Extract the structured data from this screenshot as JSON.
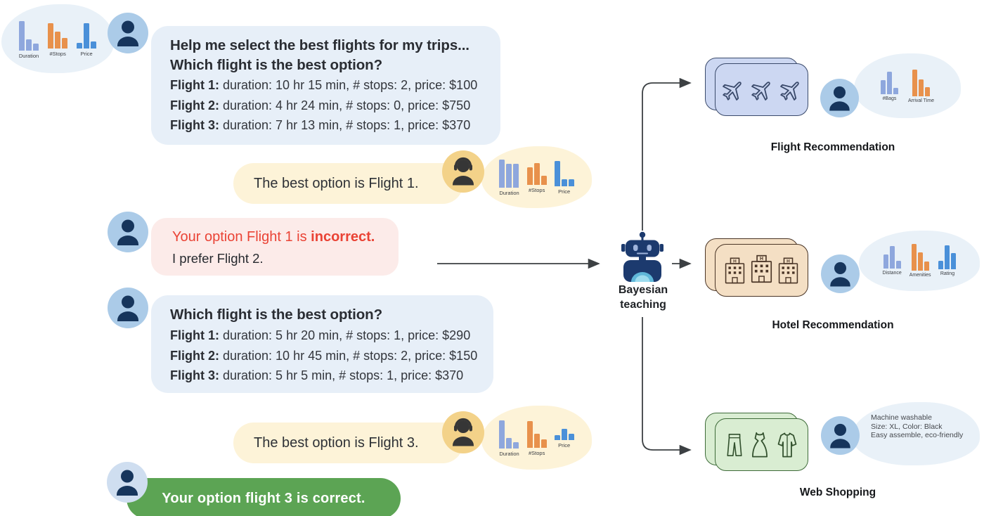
{
  "palette": {
    "bubble_blue": "#e7eff8",
    "bubble_yellow": "#fdf3d8",
    "bubble_red": "#fcebe9",
    "bubble_green": "#5ca454",
    "cloud_blue": "#e9f1f8",
    "red_text": "#ea4335",
    "bar_periwinkle": "#8ea7dd",
    "bar_orange": "#e8914c",
    "bar_blue": "#4a90d9",
    "avatar_user_bg": "#abcbe8",
    "avatar_user_fg": "#16355c",
    "avatar_agent_bg": "#f3d289",
    "avatar_agent_fg": "#363636",
    "card_flight_bg": "#ccd7f2",
    "card_flight_border": "#3a4a6b",
    "card_hotel_bg": "#f4dfc4",
    "card_hotel_border": "#4a3526",
    "card_web_bg": "#d9edd2",
    "card_web_border": "#3e6b39",
    "robot_navy": "#1c3a6e",
    "robot_belly": "#5fb7d9"
  },
  "chat": {
    "prior_cloud": {
      "charts": [
        {
          "label": "Duration",
          "color": "periwinkle",
          "bars": [
            42,
            16,
            10
          ]
        },
        {
          "label": "#Stops",
          "color": "orange",
          "bars": [
            36,
            24,
            15
          ]
        },
        {
          "label": "Price",
          "color": "blue",
          "bars": [
            8,
            36,
            10
          ]
        }
      ]
    },
    "msg1": {
      "heading1": "Help me select the best flights for my trips...",
      "heading2": "Which flight is the best option?",
      "flights": [
        {
          "b": "Flight 1:",
          "r": " duration: 10 hr 15 min, # stops: 2, price: $100"
        },
        {
          "b": "Flight 2:",
          "r": " duration: 4 hr 24 min, # stops: 0, price: $750"
        },
        {
          "b": "Flight 3:",
          "r": " duration: 7 hr 13 min, # stops: 1, price: $370"
        }
      ]
    },
    "agent1": {
      "text": "The best option is Flight 1.",
      "cloud_charts": [
        {
          "label": "Duration",
          "color": "periwinkle",
          "bars": [
            40,
            34,
            34
          ]
        },
        {
          "label": "#Stops",
          "color": "orange",
          "bars": [
            25,
            31,
            13
          ]
        },
        {
          "label": "Price",
          "color": "blue",
          "bars": [
            36,
            10,
            10
          ]
        }
      ]
    },
    "msg2": {
      "line1a": "Your option Flight 1 is ",
      "line1b": "incorrect.",
      "line2": "I prefer Flight 2."
    },
    "msg3": {
      "heading": "Which flight is the best option?",
      "flights": [
        {
          "b": "Flight 1:",
          "r": " duration: 5 hr 20 min, # stops: 1, price: $290"
        },
        {
          "b": "Flight 2:",
          "r": " duration: 10 hr 45 min, # stops: 2, price: $150"
        },
        {
          "b": "Flight 3:",
          "r": " duration: 5 hr 5 min, # stops: 1, price: $370"
        }
      ]
    },
    "agent2": {
      "text": "The best option is Flight 3.",
      "cloud_charts": [
        {
          "label": "Duration",
          "color": "periwinkle",
          "bars": [
            40,
            15,
            9
          ]
        },
        {
          "label": "#Stops",
          "color": "orange",
          "bars": [
            38,
            20,
            12
          ]
        },
        {
          "label": "Price",
          "color": "blue",
          "bars": [
            7,
            16,
            9
          ]
        }
      ]
    },
    "msg4": {
      "text": "Your option flight 3 is correct."
    }
  },
  "center": {
    "label_line1": "Bayesian",
    "label_line2": "teaching"
  },
  "apps": {
    "flight": {
      "label": "Flight Recommendation",
      "cloud_charts": [
        {
          "label": "#Bags",
          "color": "periwinkle",
          "bars": [
            20,
            32,
            9
          ]
        },
        {
          "label": "Arrival Time",
          "color": "orange",
          "bars": [
            38,
            24,
            13
          ]
        }
      ]
    },
    "hotel": {
      "label": "Hotel Recommendation",
      "sign_letter": "H",
      "cloud_charts": [
        {
          "label": "Distance",
          "color": "periwinkle",
          "bars": [
            20,
            32,
            11
          ]
        },
        {
          "label": "Amenities",
          "color": "orange",
          "bars": [
            38,
            26,
            13
          ]
        },
        {
          "label": "Rating",
          "color": "blue",
          "bars": [
            12,
            34,
            23
          ]
        }
      ]
    },
    "web": {
      "label": "Web Shopping",
      "cloud_text": [
        "Machine washable",
        "Size: XL, Color: Black",
        "Easy assemble, eco-friendly"
      ]
    }
  }
}
